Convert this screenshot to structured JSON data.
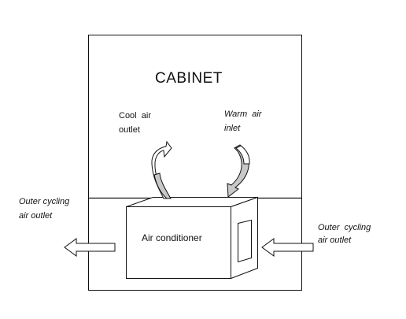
{
  "diagram": {
    "title": "CABINET",
    "unit_label": "Air conditioner",
    "cool_outlet": [
      "Cool  air",
      "outlet"
    ],
    "warm_inlet": [
      "Warm  air",
      "inlet"
    ],
    "outer_left": [
      "Outer cycling",
      "air outlet"
    ],
    "outer_right": [
      "Outer  cycling",
      "air outlet"
    ]
  },
  "colors": {
    "stroke": "#111111",
    "arrow_fill": "#c8c8c8",
    "background": "#ffffff"
  }
}
